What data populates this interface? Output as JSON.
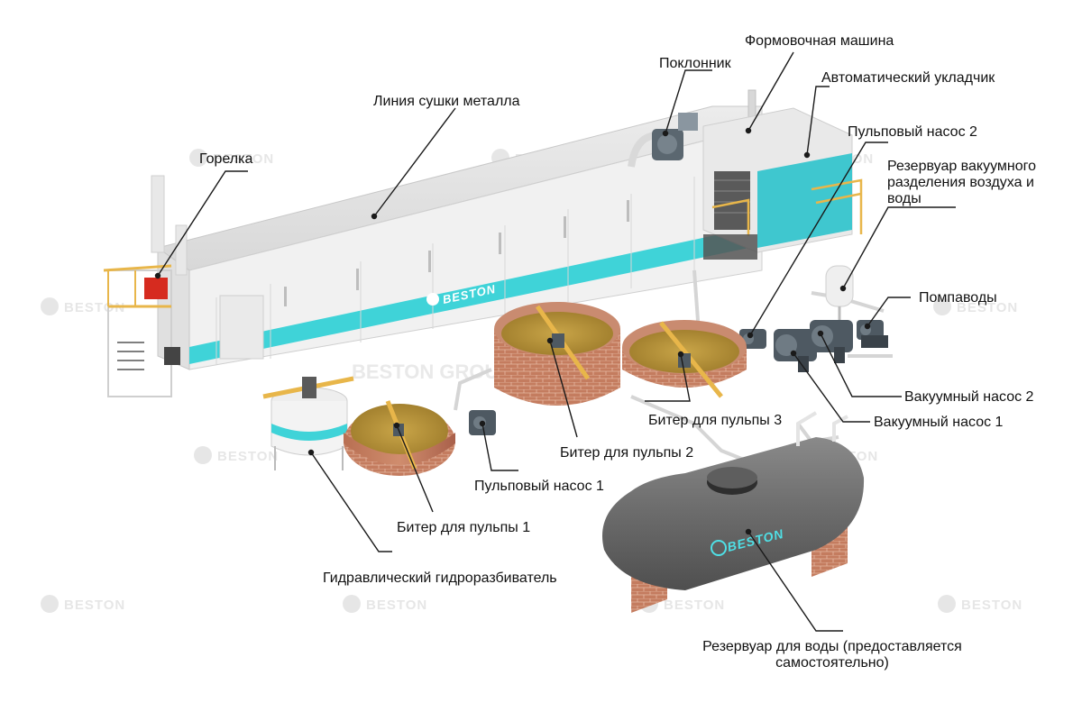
{
  "watermark": {
    "text": "BESTON",
    "large": "BESTON GROUP"
  },
  "labels": {
    "burner": "Горелка",
    "drying_line": "Линия сушки металла",
    "fan": "Поклонник",
    "forming_machine": "Формовочная машина",
    "auto_stacker": "Автоматический укладчик",
    "pulp_pump_2": "Пульповый насос 2",
    "vacuum_tank_line1": "Резервуар вакуумного",
    "vacuum_tank_line2": "разделения воздуха и",
    "vacuum_tank_line3": "воды",
    "water_pumps": "Помпаводы",
    "vacuum_pump_2": "Вакуумный насос 2",
    "vacuum_pump_1": "Вакуумный насос 1",
    "beater_3": "Битер для пульпы 3",
    "beater_2": "Битер для пульпы 2",
    "pulp_pump_1": "Пульповый насос 1",
    "beater_1": "Битер для пульпы 1",
    "hydraulic_pulper": "Гидравлический гидроразбиватель",
    "water_tank_line1": "Резервуар для воды (предоставляется",
    "water_tank_line2": "самостоятельно)"
  },
  "colors": {
    "accent_cyan": "#3fd3d8",
    "frame_yellow": "#e8b64a",
    "burner_red": "#d62b1f",
    "tank_gray": "#6e6e6e",
    "brick": "#c47c5f"
  }
}
